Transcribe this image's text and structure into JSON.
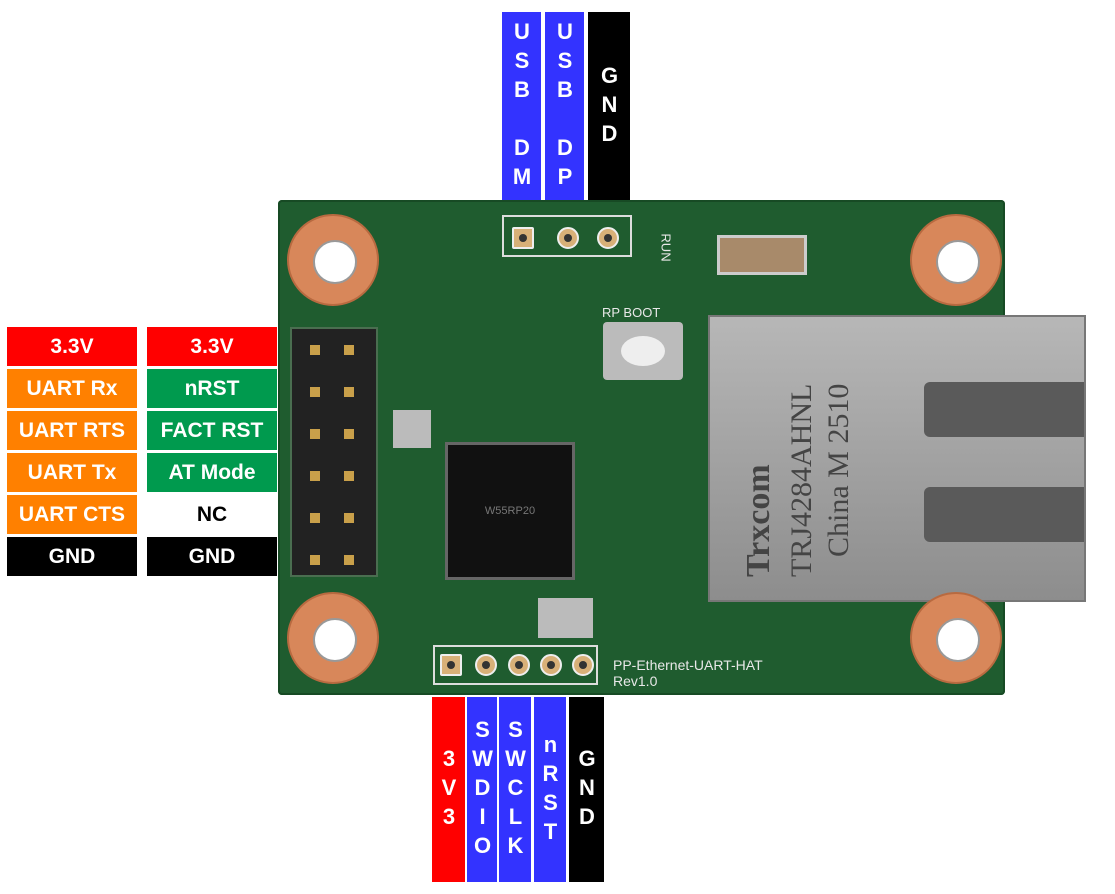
{
  "top_labels": [
    "USB DM",
    "USB DP",
    "GND"
  ],
  "bottom_labels": [
    "3V3",
    "SWDIO",
    "SWCLK",
    "nRST",
    "GND"
  ],
  "left_col1": [
    "3.3V",
    "UART Rx",
    "UART RTS",
    "UART Tx",
    "UART CTS",
    "GND"
  ],
  "left_col2": [
    "3.3V",
    "nRST",
    "FACT RST",
    "AT Mode",
    "NC",
    "GND"
  ],
  "board": {
    "name": "PP-Ethernet-UART-HAT",
    "rev": "Rev1.0",
    "boot": "RP BOOT",
    "run": "RUN",
    "chip": "W55RP20",
    "rj_brand": "Trxcom",
    "rj_model": "TRJ4284AHNL",
    "rj_origin": "China M 2510"
  },
  "colors": {
    "power": "#ff0000",
    "signal": "#3333ff",
    "ground": "#000000",
    "uart": "#ff8000",
    "control": "#009a4e"
  }
}
